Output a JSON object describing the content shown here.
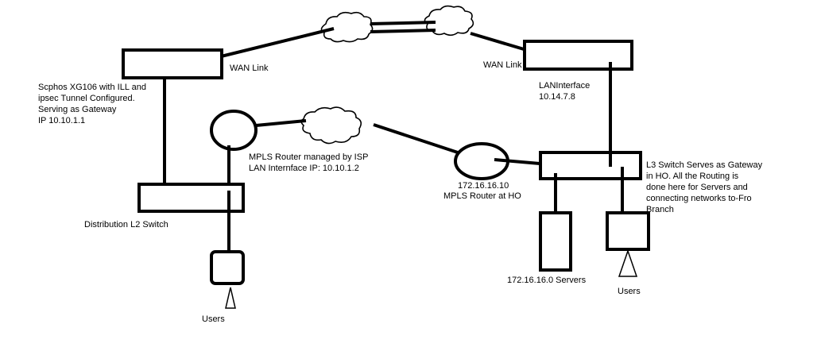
{
  "diagram": {
    "labels": {
      "wan_link_left": "WAN Link",
      "wan_link_right": "WAN Link",
      "sophos_line1": "Scphos XG106 with ILL and",
      "sophos_line2": "ipsec Tunnel Configured.",
      "sophos_line3": "Serving as Gateway",
      "sophos_line4": "IP 10.10.1.1",
      "lan_interface_line1": "LANInterface",
      "lan_interface_line2": "10.14.7.8",
      "mpls_isp_line1": "MPLS Router managed by ISP",
      "mpls_isp_line2": "LAN Internface IP: 10.10.1.2",
      "mpls_ho_line1": "172.16.16.10",
      "mpls_ho_line2": "MPLS Router at HO",
      "l3_line1": "L3 Switch Serves as Gateway",
      "l3_line2": "in HO. All the Routing is",
      "l3_line3": "done here for Servers and",
      "l3_line4": "connecting networks to-Fro",
      "l3_line5": "Branch",
      "distribution_switch": "Distribution L2 Switch",
      "servers": "172.16.16.0 Servers",
      "users_left": "Users",
      "users_right": "Users"
    }
  }
}
